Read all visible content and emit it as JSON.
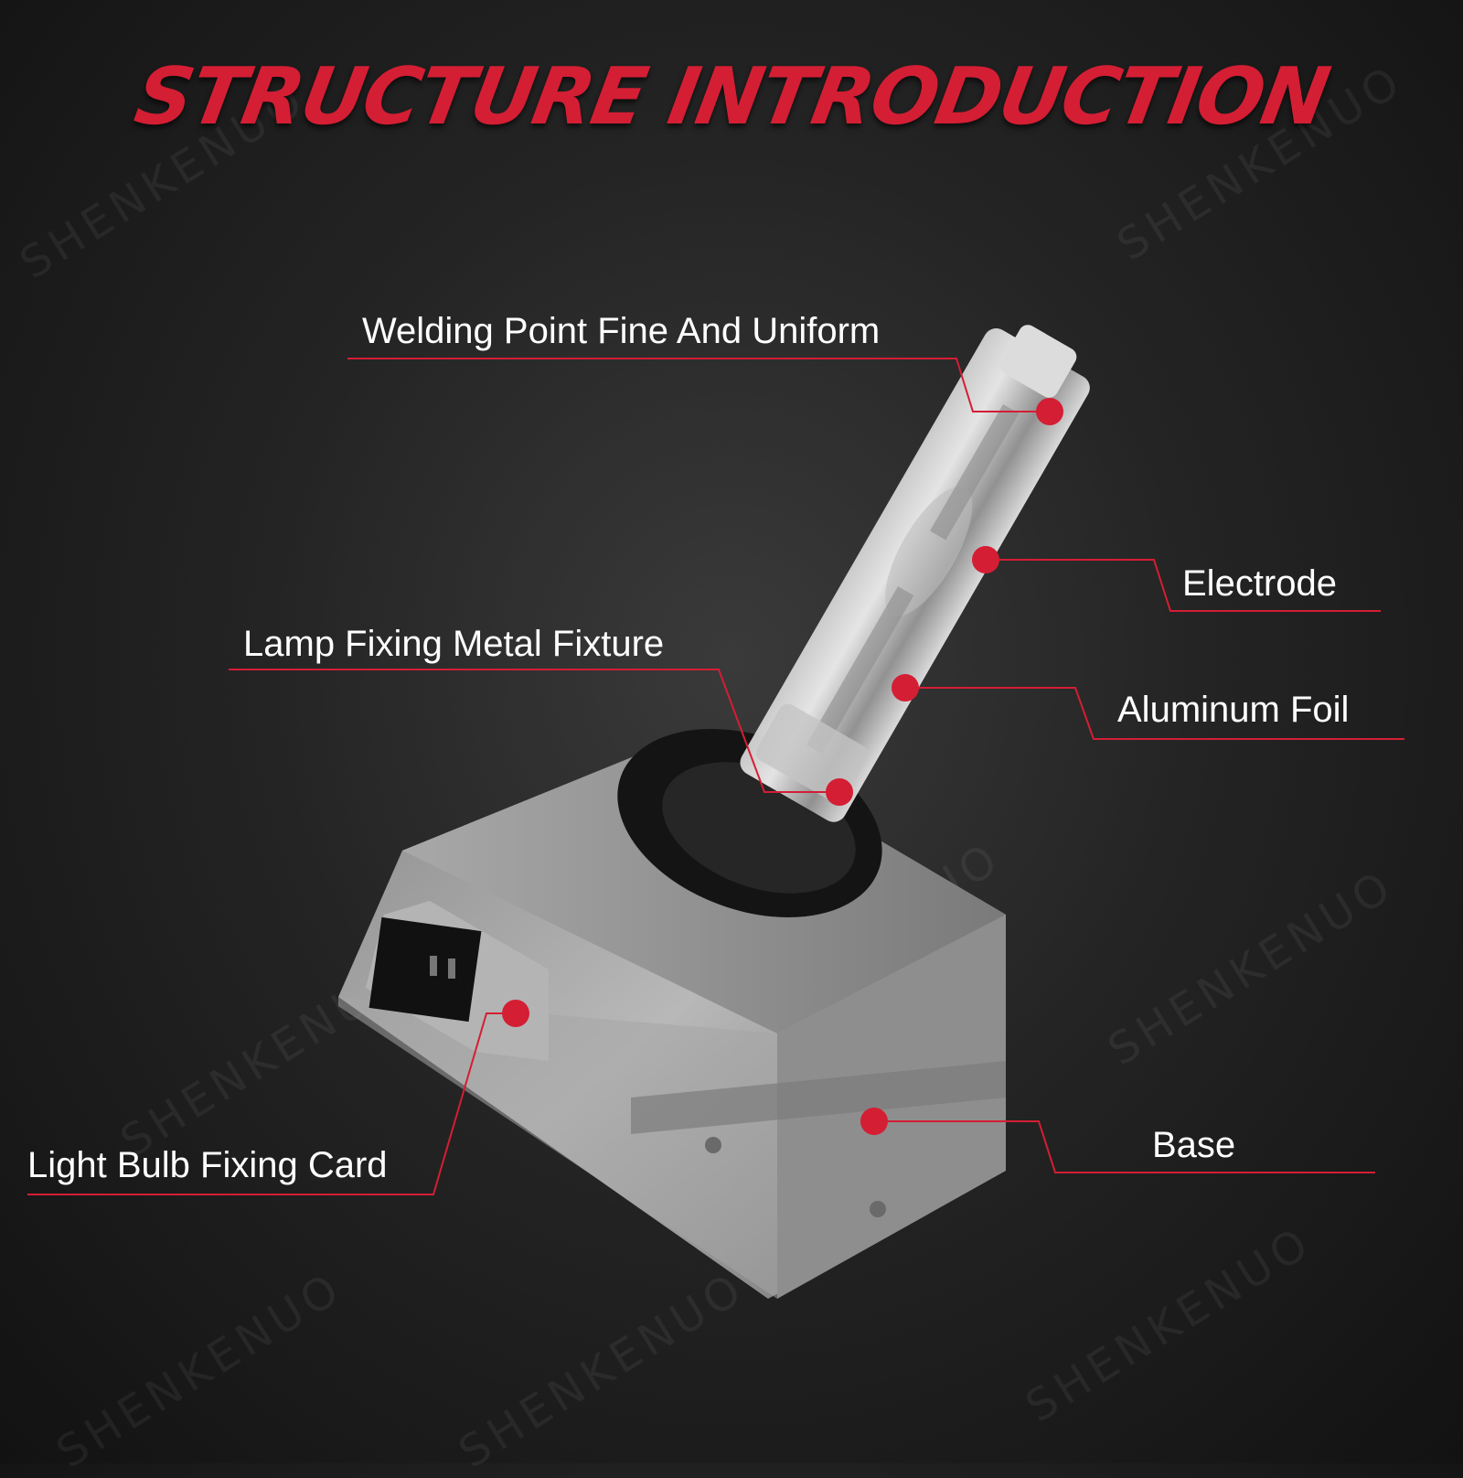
{
  "title": "STRUCTURE INTRODUCTION",
  "watermark": "SHENKENUO",
  "callouts": {
    "welding_point": "Welding Point Fine And Uniform",
    "electrode": "Electrode",
    "lamp_fixture": "Lamp Fixing Metal Fixture",
    "aluminum_foil": "Aluminum Foil",
    "fixing_card": "Light Bulb Fixing Card",
    "base": "Base"
  },
  "colors": {
    "accent": "#d41e34",
    "background": "#1e1e1e",
    "label": "#ffffff",
    "metal": "#9c9c9c"
  }
}
